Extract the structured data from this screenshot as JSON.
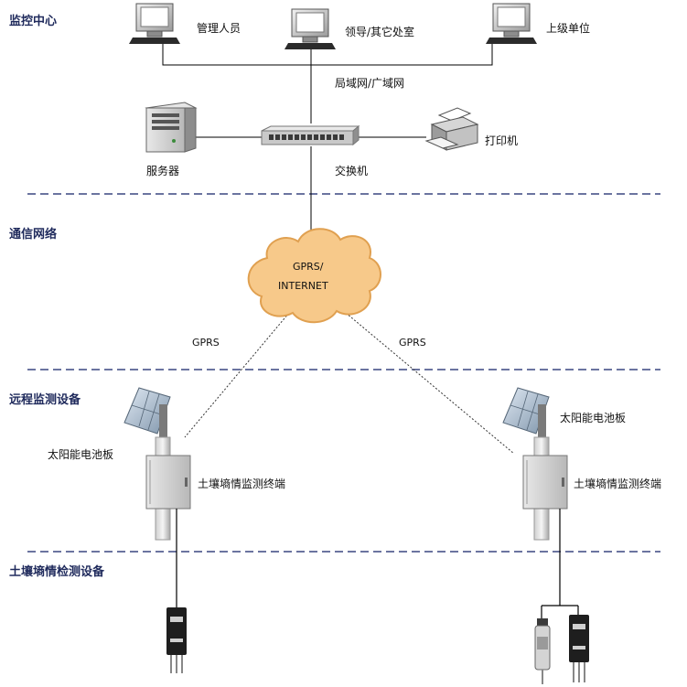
{
  "sections": {
    "monitoring_center": "监控中心",
    "communication_network": "通信网络",
    "remote_monitoring_equipment": "远程监测设备",
    "soil_moisture_detection_equipment": "土壤墒情检测设备"
  },
  "nodes": {
    "admin_pc": "管理人员",
    "leader_pc": "领导/其它处室",
    "superior_pc": "上级单位",
    "lan_wan": "局域网/广域网",
    "server": "服务器",
    "switch": "交换机",
    "printer": "打印机",
    "cloud_line1": "GPRS/",
    "cloud_line2": "INTERNET",
    "link_left": "GPRS",
    "link_right": "GPRS",
    "solar_left": "太阳能电池板",
    "terminal_left": "土壤墒情监测终端",
    "solar_right": "太阳能电池板",
    "terminal_right": "土壤墒情监测终端"
  },
  "colors": {
    "section_title": "#1f2a5c",
    "dashed_separator": "#3a4680",
    "cloud_fill": "#f7c98a",
    "cloud_stroke": "#e0a050",
    "line": "#000000"
  }
}
